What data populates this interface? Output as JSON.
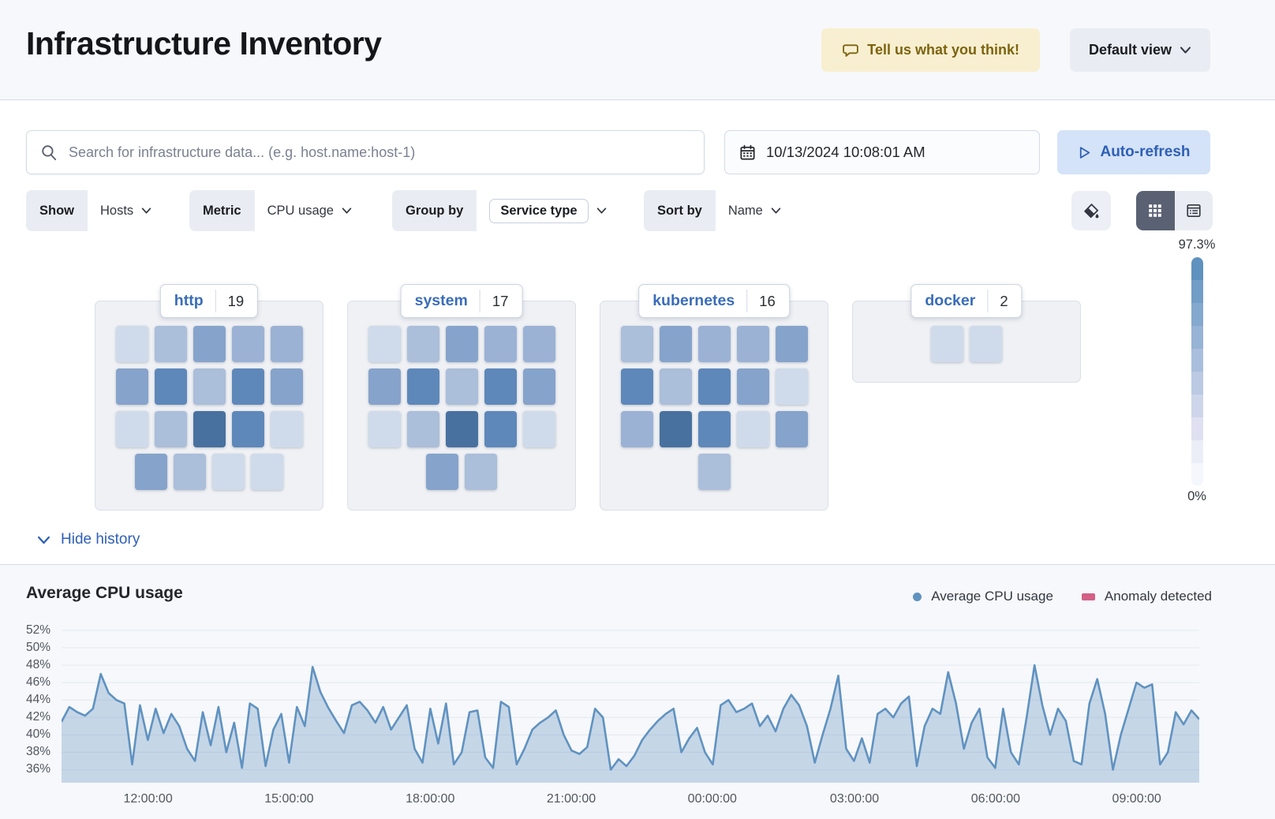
{
  "header": {
    "title": "Infrastructure Inventory",
    "feedback_label": "Tell us what you think!",
    "view_dropdown_label": "Default view"
  },
  "toolbar": {
    "search": {
      "placeholder": "Search for infrastructure data... (e.g. host.name:host-1)"
    },
    "datepicker_value": "10/13/2024 10:08:01 AM",
    "auto_refresh_label": "Auto-refresh"
  },
  "filters": {
    "show": {
      "label": "Show",
      "value": "Hosts"
    },
    "metric": {
      "label": "Metric",
      "value": "CPU usage"
    },
    "group_by": {
      "label": "Group by",
      "value": "Service type"
    },
    "sort_by": {
      "label": "Sort by",
      "value": "Name"
    }
  },
  "waffle": {
    "palette": [
      "#cfdbea",
      "#abbeda",
      "#9bb2d4",
      "#86a3cb",
      "#5e88ba",
      "#48719f"
    ],
    "groups": [
      {
        "name": "http",
        "count": "19",
        "rows": [
          [
            0,
            1,
            3,
            2,
            2
          ],
          [
            3,
            4,
            1,
            4,
            3
          ],
          [
            0,
            1,
            5,
            4,
            0
          ],
          [
            3,
            1,
            0,
            0
          ]
        ]
      },
      {
        "name": "system",
        "count": "17",
        "rows": [
          [
            0,
            1,
            3,
            2,
            2
          ],
          [
            3,
            4,
            1,
            4,
            3
          ],
          [
            0,
            1,
            5,
            4,
            0
          ],
          [
            3,
            1
          ]
        ]
      },
      {
        "name": "kubernetes",
        "count": "16",
        "rows": [
          [
            1,
            3,
            2,
            2,
            3
          ],
          [
            4,
            1,
            4,
            3,
            0
          ],
          [
            2,
            5,
            4,
            0,
            3
          ],
          [
            1
          ]
        ]
      },
      {
        "name": "docker",
        "count": "2",
        "rows": [
          [
            0,
            0
          ]
        ]
      }
    ],
    "legend": {
      "max": "97.3%",
      "min": "0%",
      "steps": [
        "#6092c0",
        "#729dc7",
        "#85a8ce",
        "#97b3d5",
        "#a9bedc",
        "#bbc9e3",
        "#cdd5ea",
        "#dfe0f1",
        "#ebeef7",
        "#f4f7fc"
      ]
    }
  },
  "history": {
    "toggle_label": "Hide history"
  },
  "chart_data": {
    "type": "area",
    "title": "Average CPU usage",
    "legend": [
      {
        "label": "Average CPU usage",
        "color": "#6092c0",
        "marker": "circle"
      },
      {
        "label": "Anomaly detected",
        "color": "#d36086",
        "marker": "rect"
      }
    ],
    "line_color": "#6092c0",
    "fill_opacity": 0.33,
    "grid": true,
    "ylim": [
      34.5,
      52.9
    ],
    "y_ticks": [
      52,
      50,
      48,
      46,
      44,
      42,
      40,
      38,
      36
    ],
    "y_tick_suffix": "%",
    "x_ticks": [
      {
        "label": "12:00:00",
        "pct": 7.6
      },
      {
        "label": "15:00:00",
        "pct": 20.0
      },
      {
        "label": "18:00:00",
        "pct": 32.4
      },
      {
        "label": "21:00:00",
        "pct": 44.8
      },
      {
        "label": "00:00:00",
        "pct": 57.2
      },
      {
        "label": "03:00:00",
        "pct": 69.7
      },
      {
        "label": "06:00:00",
        "pct": 82.1
      },
      {
        "label": "09:00:00",
        "pct": 94.5
      }
    ],
    "values": [
      41.5,
      43.2,
      42.6,
      42.2,
      43.0,
      47.0,
      44.8,
      44.0,
      43.6,
      36.6,
      43.4,
      39.4,
      43.0,
      40.2,
      42.4,
      41.0,
      38.4,
      37.0,
      42.6,
      38.8,
      43.2,
      38.0,
      41.4,
      36.2,
      43.6,
      43.0,
      36.4,
      40.6,
      42.4,
      36.8,
      43.2,
      41.0,
      47.8,
      44.9,
      43.1,
      41.6,
      40.2,
      43.4,
      43.8,
      42.8,
      41.4,
      43.2,
      40.6,
      42.0,
      43.4,
      38.4,
      36.8,
      43.0,
      39.0,
      43.6,
      36.6,
      38.0,
      42.6,
      42.8,
      37.4,
      36.2,
      43.8,
      43.2,
      36.6,
      38.4,
      40.6,
      41.4,
      42.0,
      42.8,
      40.0,
      38.2,
      37.8,
      38.6,
      43.0,
      42.0,
      36.0,
      37.2,
      36.4,
      37.6,
      39.4,
      40.6,
      41.6,
      42.4,
      43.0,
      38.0,
      39.6,
      40.8,
      38.0,
      36.6,
      43.4,
      44.0,
      42.6,
      43.0,
      43.6,
      41.0,
      42.2,
      40.4,
      43.0,
      44.6,
      43.4,
      41.0,
      36.8,
      40.0,
      43.0,
      46.8,
      38.4,
      37.0,
      39.6,
      36.8,
      42.4,
      43.0,
      42.0,
      43.6,
      44.4,
      36.4,
      41.0,
      43.0,
      42.4,
      47.2,
      43.6,
      38.4,
      41.4,
      43.0,
      37.4,
      36.2,
      43.0,
      38.0,
      36.6,
      42.0,
      48.0,
      43.4,
      40.0,
      43.0,
      41.6,
      37.0,
      36.6,
      43.6,
      46.4,
      42.4,
      36.0,
      40.0,
      43.0,
      46.0,
      45.4,
      45.8,
      36.6,
      38.0,
      42.6,
      41.2,
      42.8,
      41.8
    ]
  }
}
